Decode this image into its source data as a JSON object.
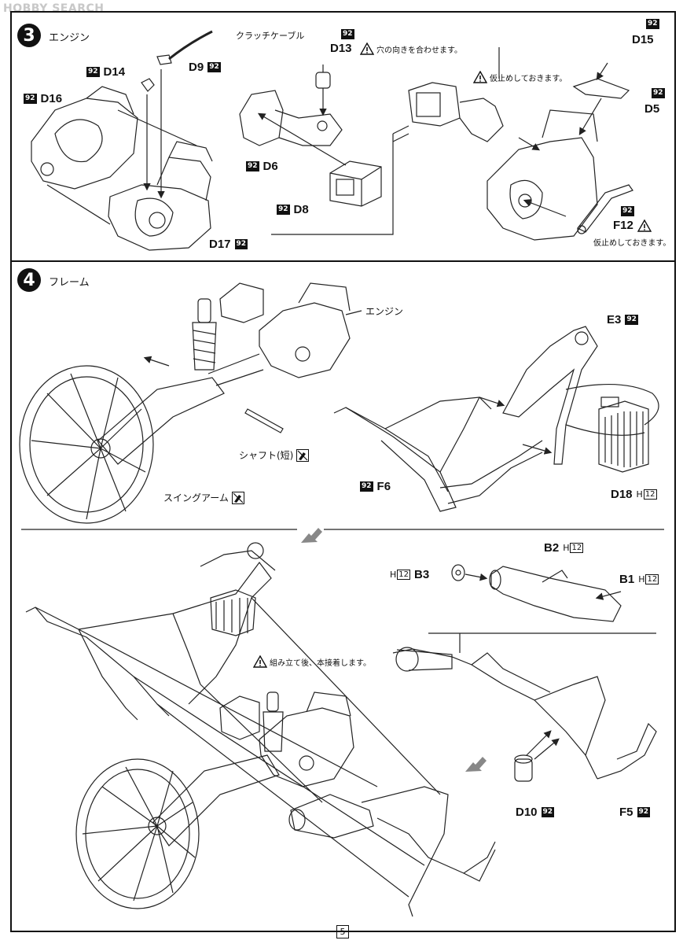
{
  "watermark": "HOBBY SEARCH",
  "page_number": "5",
  "part_tag": "92",
  "step3": {
    "number": "3",
    "title": "エンジン",
    "parts": {
      "D16": "D16",
      "D14": "D14",
      "D9": "D9",
      "D17": "D17",
      "D13": "D13",
      "D6": "D6",
      "D8": "D8",
      "D15": "D15",
      "D5": "D5",
      "F12": "F12"
    },
    "labels": {
      "clutch_cable": "クラッチケーブル"
    },
    "notes": {
      "hole_direction": "穴の向きを合わせます。",
      "temporary_fix_1": "仮止めしておきます。",
      "temporary_fix_2": "仮止めしておきます。"
    }
  },
  "step4": {
    "number": "4",
    "title": "フレーム",
    "labels": {
      "engine": "エンジン",
      "shaft_short": "シャフト(短)",
      "swing_arm": "スイングアーム"
    },
    "parts": {
      "E3": "E3",
      "F6": "F6",
      "D18": "D18",
      "B2": "B2",
      "B3": "B3",
      "B1": "B1",
      "D10": "D10",
      "F5": "F5"
    },
    "h_ref": {
      "prefix": "H",
      "num": "12"
    },
    "notes": {
      "assemble_then_glue": "組み立て後、本接着します。"
    }
  }
}
